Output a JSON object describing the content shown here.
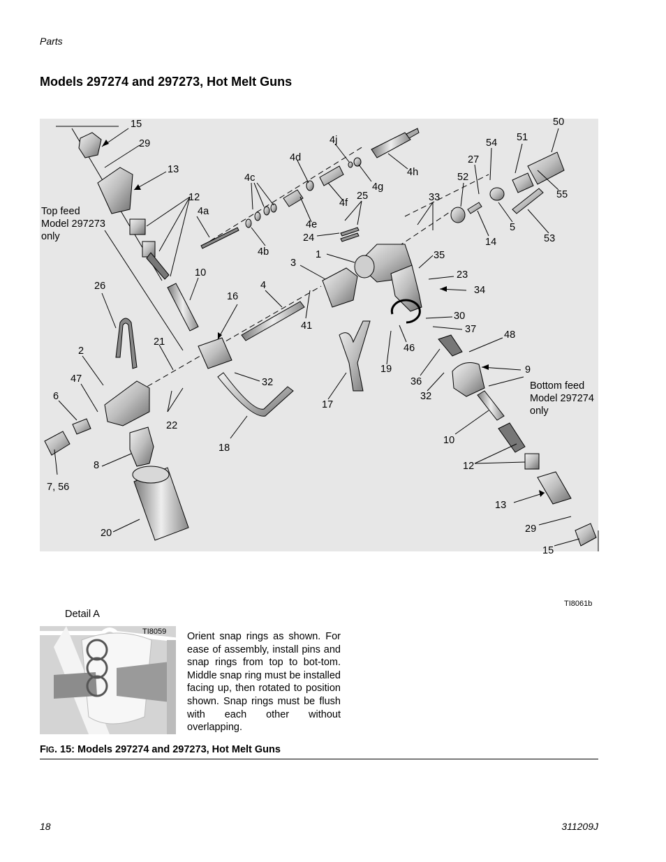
{
  "header": {
    "section": "Parts"
  },
  "heading": "Models 297274 and 297273, Hot Melt Guns",
  "notes": {
    "top_feed": "Top feed\nModel 297273\nonly",
    "bottom_feed": "Bottom feed\nModel 297274\nonly"
  },
  "image_ids": {
    "main": "TI8061b",
    "detail": "TI8059"
  },
  "callouts": {
    "c15a": "15",
    "c29a": "29",
    "c13a": "13",
    "c12a": "12",
    "c4a": "4a",
    "c10a": "10",
    "c26": "26",
    "c2": "2",
    "c47": "47",
    "c6": "6",
    "c7_56": "7, 56",
    "c8": "8",
    "c20": "20",
    "c21": "21",
    "c22": "22",
    "c16": "16",
    "c18": "18",
    "c32a": "32",
    "c4": "4",
    "c41": "41",
    "c3": "3",
    "c1": "1",
    "c24": "24",
    "c25": "25",
    "c4b": "4b",
    "c4c": "4c",
    "c4d": "4d",
    "c4e": "4e",
    "c4f": "4f",
    "c4g": "4g",
    "c4h": "4h",
    "c4j": "4j",
    "c17": "17",
    "c19": "19",
    "c46": "46",
    "c36": "36",
    "c32b": "32",
    "c33": "33",
    "c35": "35",
    "c23": "23",
    "c34": "34",
    "c30": "30",
    "c37": "37",
    "c48": "48",
    "c9": "9",
    "c52": "52",
    "c27": "27",
    "c54": "54",
    "c51": "51",
    "c50": "50",
    "c55": "55",
    "c53": "53",
    "c5": "5",
    "c14": "14",
    "c10b": "10",
    "c12b": "12",
    "c13b": "13",
    "c29b": "29",
    "c15b": "15"
  },
  "detail": {
    "title": "Detail A",
    "note": "Orient snap rings as shown. For ease of assembly, install pins and snap rings from top to bot-tom. Middle snap ring must be installed facing up, then rotated to position shown. Snap rings must be flush with each other without overlapping."
  },
  "figure_caption": {
    "prefix_big": "F",
    "prefix_small": "IG",
    "rest": ". 15: Models 297274 and 297273, Hot Melt Guns"
  },
  "footer": {
    "page": "18",
    "doc": "311209J"
  }
}
